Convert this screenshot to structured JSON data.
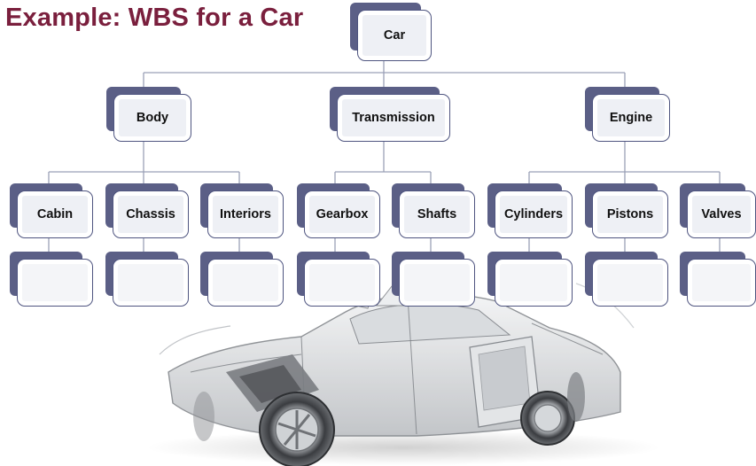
{
  "title": "Example: WBS for a Car",
  "wbs": {
    "root": "Car",
    "branches": [
      {
        "label": "Body",
        "children": [
          "Cabin",
          "Chassis",
          "Interiors"
        ]
      },
      {
        "label": "Transmission",
        "children": [
          "Gearbox",
          "Shafts"
        ]
      },
      {
        "label": "Engine",
        "children": [
          "Cylinders",
          "Pistons",
          "Valves"
        ]
      }
    ],
    "empty_work_packages": 8
  },
  "colors": {
    "title": "#7a1f3d",
    "node_tab": "#5b5f86",
    "node_border": "#4f5580",
    "connector": "#9aa0b6"
  }
}
